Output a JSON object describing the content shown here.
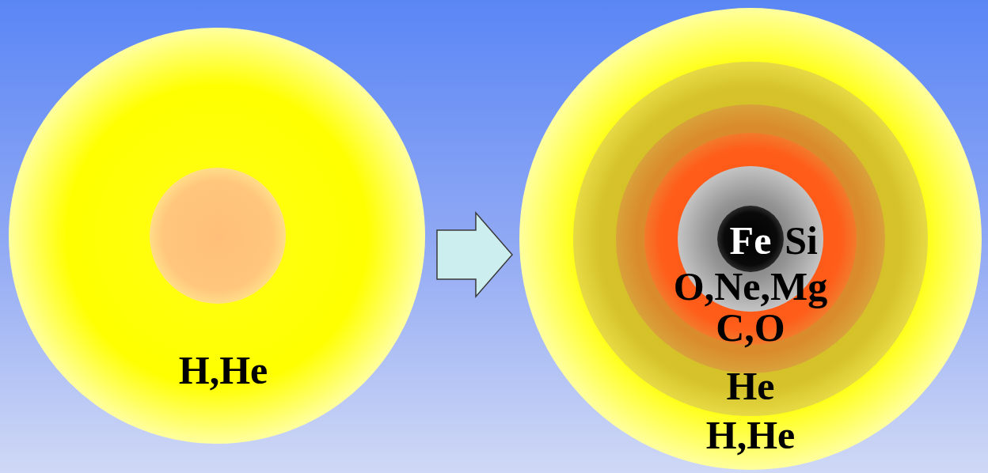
{
  "diagram": {
    "nodes": [
      {
        "text": [
          "H,He"
        ]
      },
      {
        "text": [
          "H,He"
        ]
      },
      {
        "text": [
          "He"
        ],
        "in": 1
      },
      {
        "text": [
          "C,O"
        ],
        "in": 2
      },
      {
        "text": [
          "O,Ne,Mg"
        ],
        "in": 3
      },
      {
        "text": [
          "Si"
        ],
        "in": 4
      },
      {
        "text": [
          "Fe"
        ],
        "in": 5
      }
    ],
    "edges": [
      {
        "from": 0,
        "to": 1,
        "arrow": "to"
      }
    ]
  }
}
